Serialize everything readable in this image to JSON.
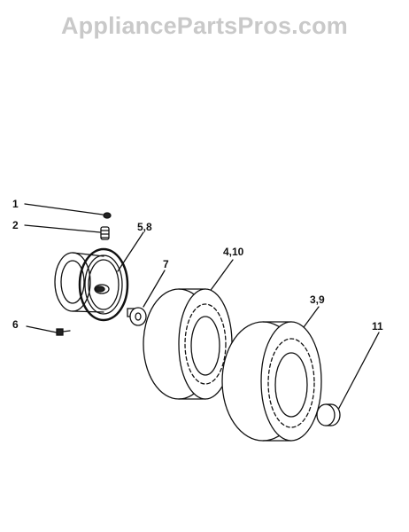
{
  "watermark": "AppliancePartsPros.com",
  "callouts": {
    "c1": "1",
    "c2": "2",
    "c58": "5,8",
    "c7": "7",
    "c410": "4,10",
    "c39": "3,9",
    "c6": "6",
    "c11": "11"
  }
}
